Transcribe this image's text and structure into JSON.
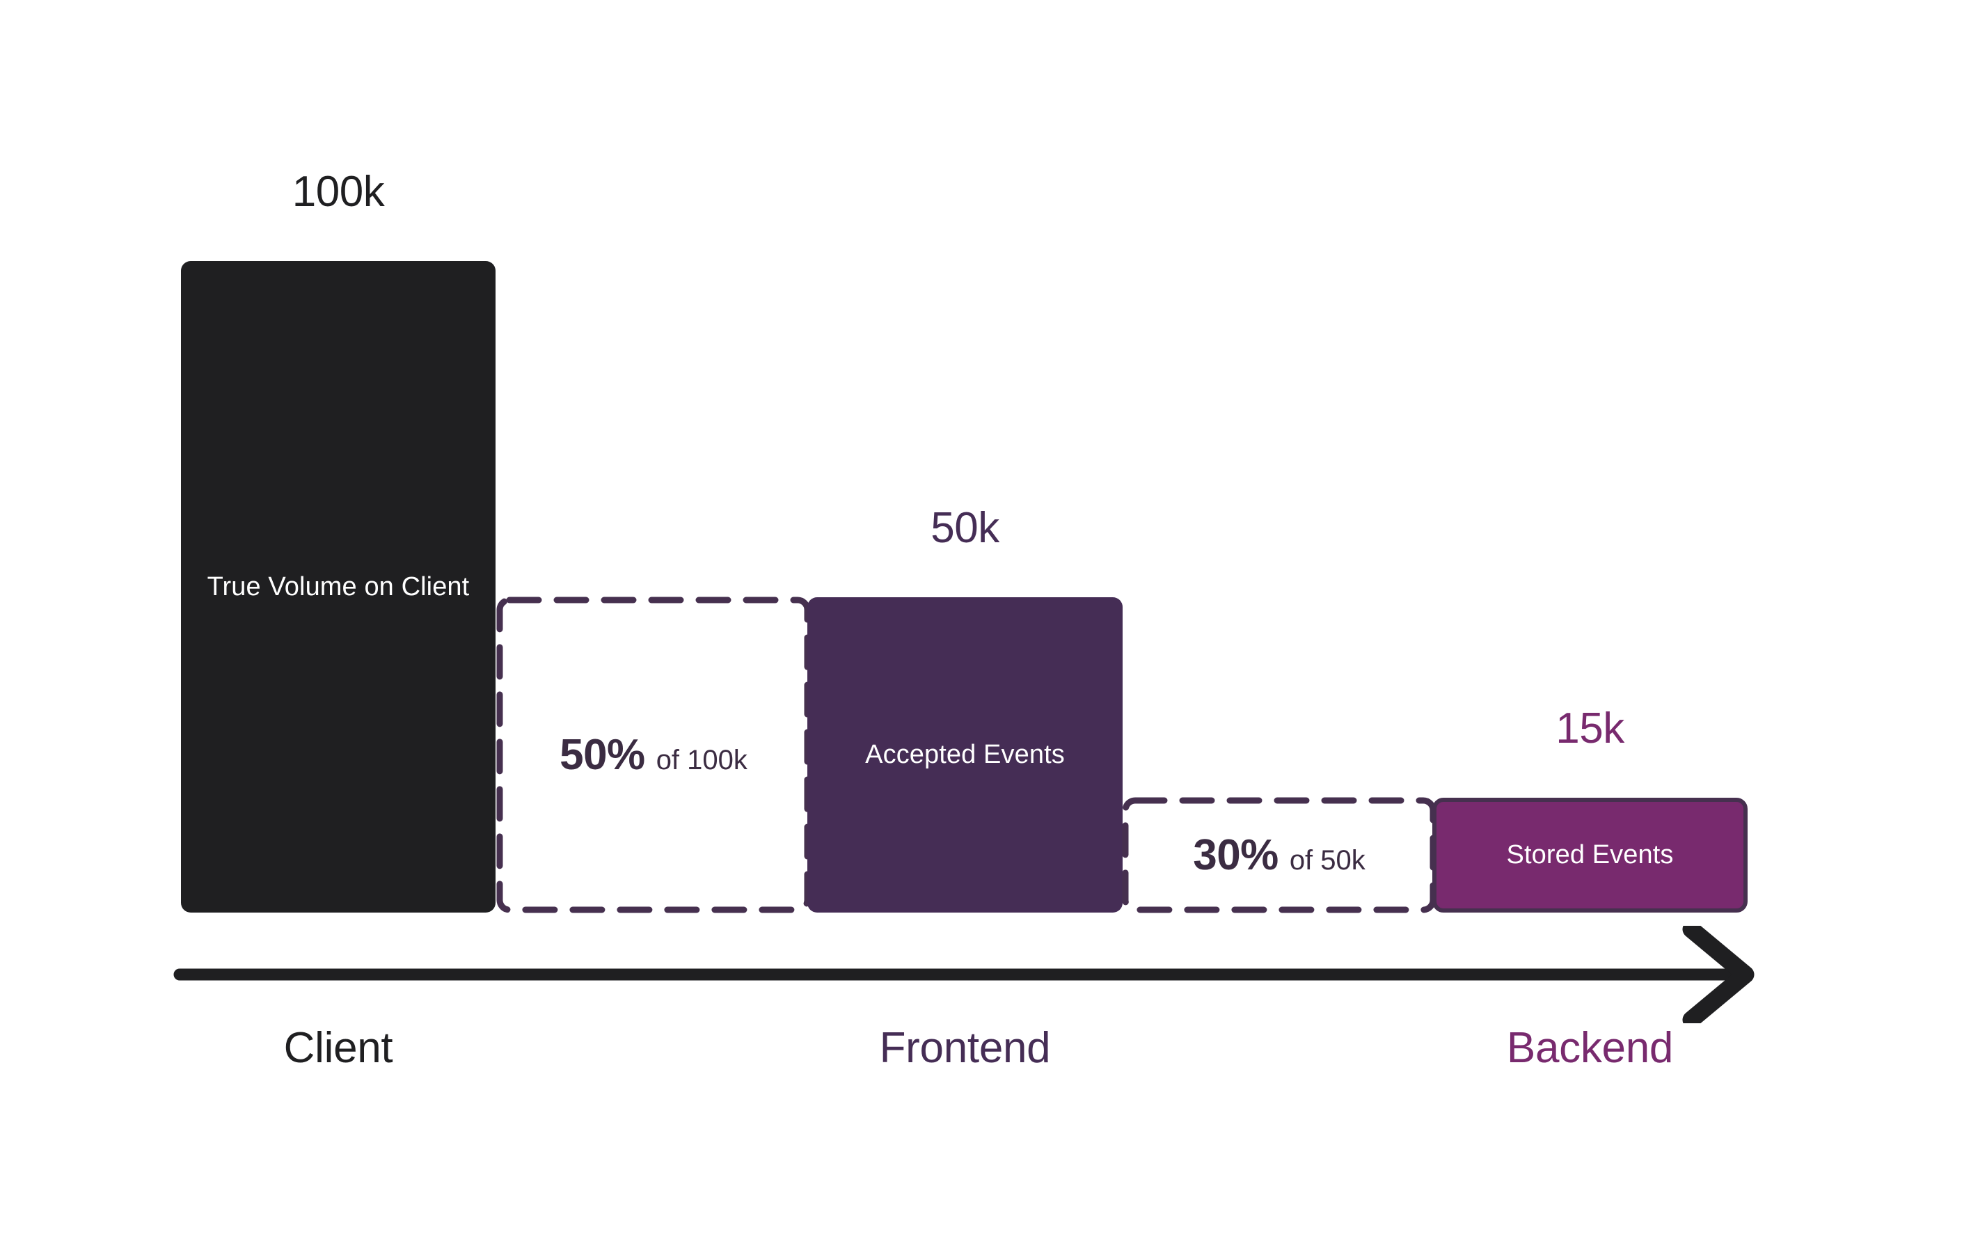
{
  "chart_data": {
    "type": "bar",
    "title": "",
    "xlabel": "",
    "ylabel": "",
    "categories": [
      "Client",
      "Frontend",
      "Backend"
    ],
    "values": [
      100000,
      50000,
      15000
    ],
    "value_labels": [
      "100k",
      "50k",
      "15k"
    ],
    "bar_labels": [
      "True Volume on Client",
      "Accepted Events",
      "Stored Events"
    ],
    "dropoffs": [
      {
        "percent": "50%",
        "of": "of 100k",
        "from": 100000,
        "to": 50000,
        "rate": 0.5
      },
      {
        "percent": "30%",
        "of": "of 50k",
        "from": 50000,
        "to": 15000,
        "rate": 0.3
      }
    ],
    "grid": false,
    "legend": "none",
    "axis": "arrow-right"
  },
  "bars": {
    "client": {
      "value_label": "100k",
      "label": "True Volume on Client",
      "stage": "Client",
      "fill": "#1F1F21",
      "text_color": "#FFFFFF"
    },
    "frontend": {
      "value_label": "50k",
      "label": "Accepted Events",
      "stage": "Frontend",
      "fill": "#452D55",
      "text_color": "#FFFFFF"
    },
    "backend": {
      "value_label": "15k",
      "label": "Stored Events",
      "stage": "Backend",
      "fill": "#782A6E",
      "border": "#46304F",
      "text_color": "#FFFFFF"
    }
  },
  "dropoff_boxes": {
    "first": {
      "percent": "50%",
      "of_text": "of 100k",
      "border_color": "#46304F",
      "text_color": "#3B2C42"
    },
    "second": {
      "percent": "30%",
      "of_text": "of 50k",
      "border_color": "#46304F",
      "text_color": "#3B2C42"
    }
  },
  "axis": {
    "arrow_color": "#1F1F21",
    "direction": "right"
  },
  "colors": {
    "background": "#FFFFFF",
    "client": "#1F1F21",
    "frontend": "#452D55",
    "backend": "#782A6E",
    "dashed": "#46304F"
  }
}
